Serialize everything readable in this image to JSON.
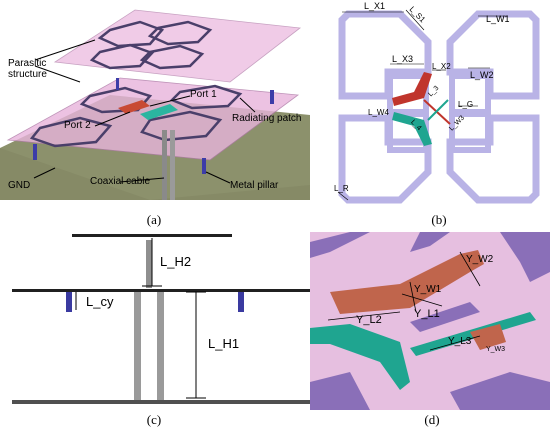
{
  "panel_a": {
    "caption": "(a)",
    "labels": {
      "parasitic_line1": "Parasitic",
      "parasitic_line2": "structure",
      "port1": "Port 1",
      "port2": "Port 2",
      "radiating_patch": "Radiating patch",
      "gnd": "GND",
      "coaxial_cable": "Coaxial cable",
      "metal_pillar": "Metal pillar"
    },
    "colors": {
      "substrate": "#e8b4dc",
      "ground": "#8a8f6a",
      "pillar": "#3c3ca8",
      "port1": "#2bb5a0",
      "port2": "#c84a34"
    }
  },
  "panel_b": {
    "caption": "(b)",
    "labels": {
      "lx1": "L_X1",
      "ls1": "L_S1",
      "lw1": "L_W1",
      "lx3": "L_X3",
      "lx2": "L_X2",
      "lw2": "L_W2",
      "l3": "L_3",
      "lg": "L_G",
      "lw4": "L_W4",
      "l4": "L_4",
      "lw3": "L_W3",
      "lr": "L_R"
    },
    "colors": {
      "structure": "#b9b3e6",
      "red": "#c0352c",
      "teal": "#1fa590"
    }
  },
  "panel_c": {
    "caption": "(c)",
    "labels": {
      "lh2": "L_H2",
      "lcy": "L_cy",
      "lh1": "L_H1"
    },
    "colors": {
      "pillar": "#3a3aa0",
      "cable": "#9a9a9a"
    }
  },
  "panel_d": {
    "caption": "(d)",
    "labels": {
      "yw2": "Y_W2",
      "yw1": "Y_W1",
      "yl1": "Y_L1",
      "yl2": "Y_L2",
      "yl3": "Y_L3",
      "yw3": "Y_W3"
    },
    "colors": {
      "background": "#e6bfe0",
      "structure": "#8a6fb8",
      "orange": "#c0654c",
      "teal": "#1fa590"
    }
  }
}
